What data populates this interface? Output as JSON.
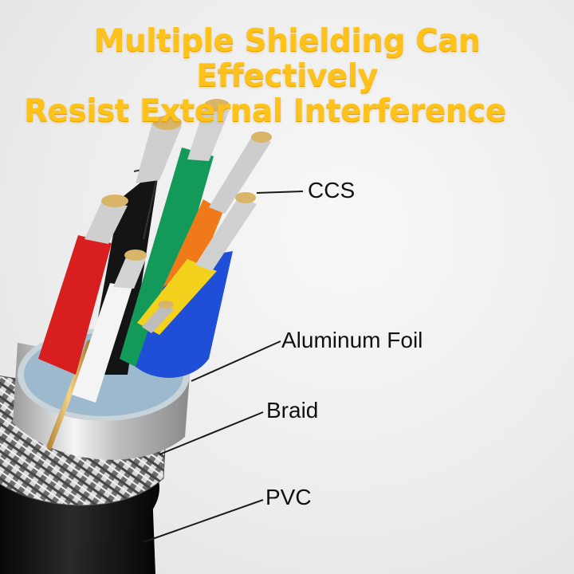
{
  "headline": {
    "line1": "Multiple Shielding Can Effectively",
    "line2": "Resist External Interference"
  },
  "callouts": {
    "ccs": "CCS",
    "aluminum_foil": "Aluminum Foil",
    "braid": "Braid",
    "pvc": "PVC"
  },
  "colors": {
    "headline": "#ffc21a",
    "wire_red": "#d81e1e",
    "wire_black": "#141414",
    "wire_green": "#139a5a",
    "wire_orange": "#f07a1a",
    "wire_white": "#f4f4f4",
    "wire_yellow": "#f2d21c",
    "wire_blue": "#1f4fd6",
    "jacket": "#0c0c0c"
  }
}
